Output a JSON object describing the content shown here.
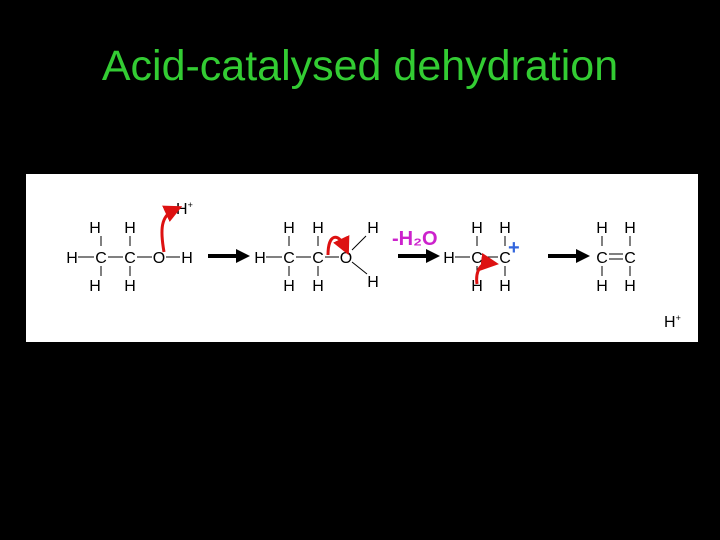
{
  "title": "Acid-catalysed dehydration",
  "atoms": {
    "H": "H",
    "C": "C",
    "O": "O"
  },
  "proton": {
    "symbol": "H",
    "charge": "+"
  },
  "water_loss": "-H₂O",
  "carbocation_charge": "+",
  "colors": {
    "background": "#000000",
    "title": "#33cc33",
    "panel": "#ffffff",
    "mechanism_arrow": "#dd1111",
    "water_loss": "#cc22cc",
    "positive_charge": "#3366dd"
  }
}
